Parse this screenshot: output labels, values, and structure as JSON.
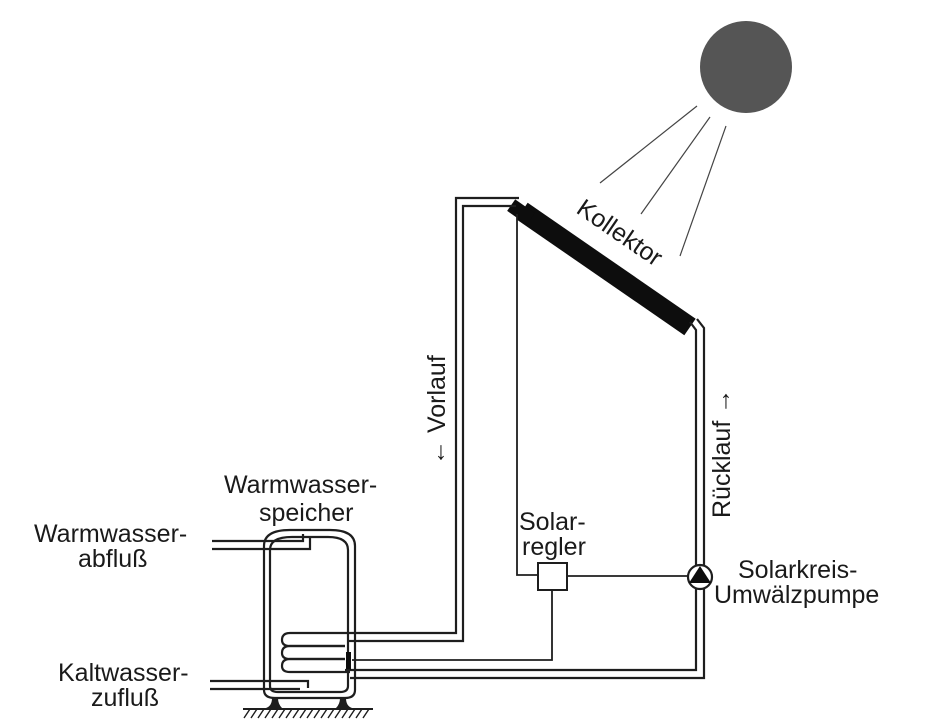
{
  "diagram": {
    "title": "Solar thermal hot water system",
    "colors": {
      "sun": "#555555",
      "ink": "#1a1a1a",
      "collector": "#0d0d0d",
      "background": "#ffffff"
    },
    "labels": {
      "collector": "Kollektor",
      "flow": "← Vorlauf",
      "return": "Rücklauf →",
      "storage_line1": "Warmwasser-",
      "storage_line2": "speicher",
      "hot_out_line1": "Warmwasser-",
      "hot_out_line2": "abfluß",
      "cold_in_line1": "Kaltwasser-",
      "cold_in_line2": "zufluß",
      "controller_line1": "Solar-",
      "controller_line2": "regler",
      "pump_line1": "Solarkreis-",
      "pump_line2": "Umwälzpumpe"
    },
    "components": [
      {
        "id": "sun",
        "icon": "sun-icon"
      },
      {
        "id": "collector",
        "icon": "solar-collector-icon"
      },
      {
        "id": "storage-tank",
        "icon": "tank-icon"
      },
      {
        "id": "heat-exchanger-coil",
        "icon": "coil-icon"
      },
      {
        "id": "controller",
        "icon": "controller-box-icon"
      },
      {
        "id": "pump",
        "icon": "pump-icon"
      },
      {
        "id": "ground",
        "icon": "ground-hatch-icon"
      }
    ]
  }
}
